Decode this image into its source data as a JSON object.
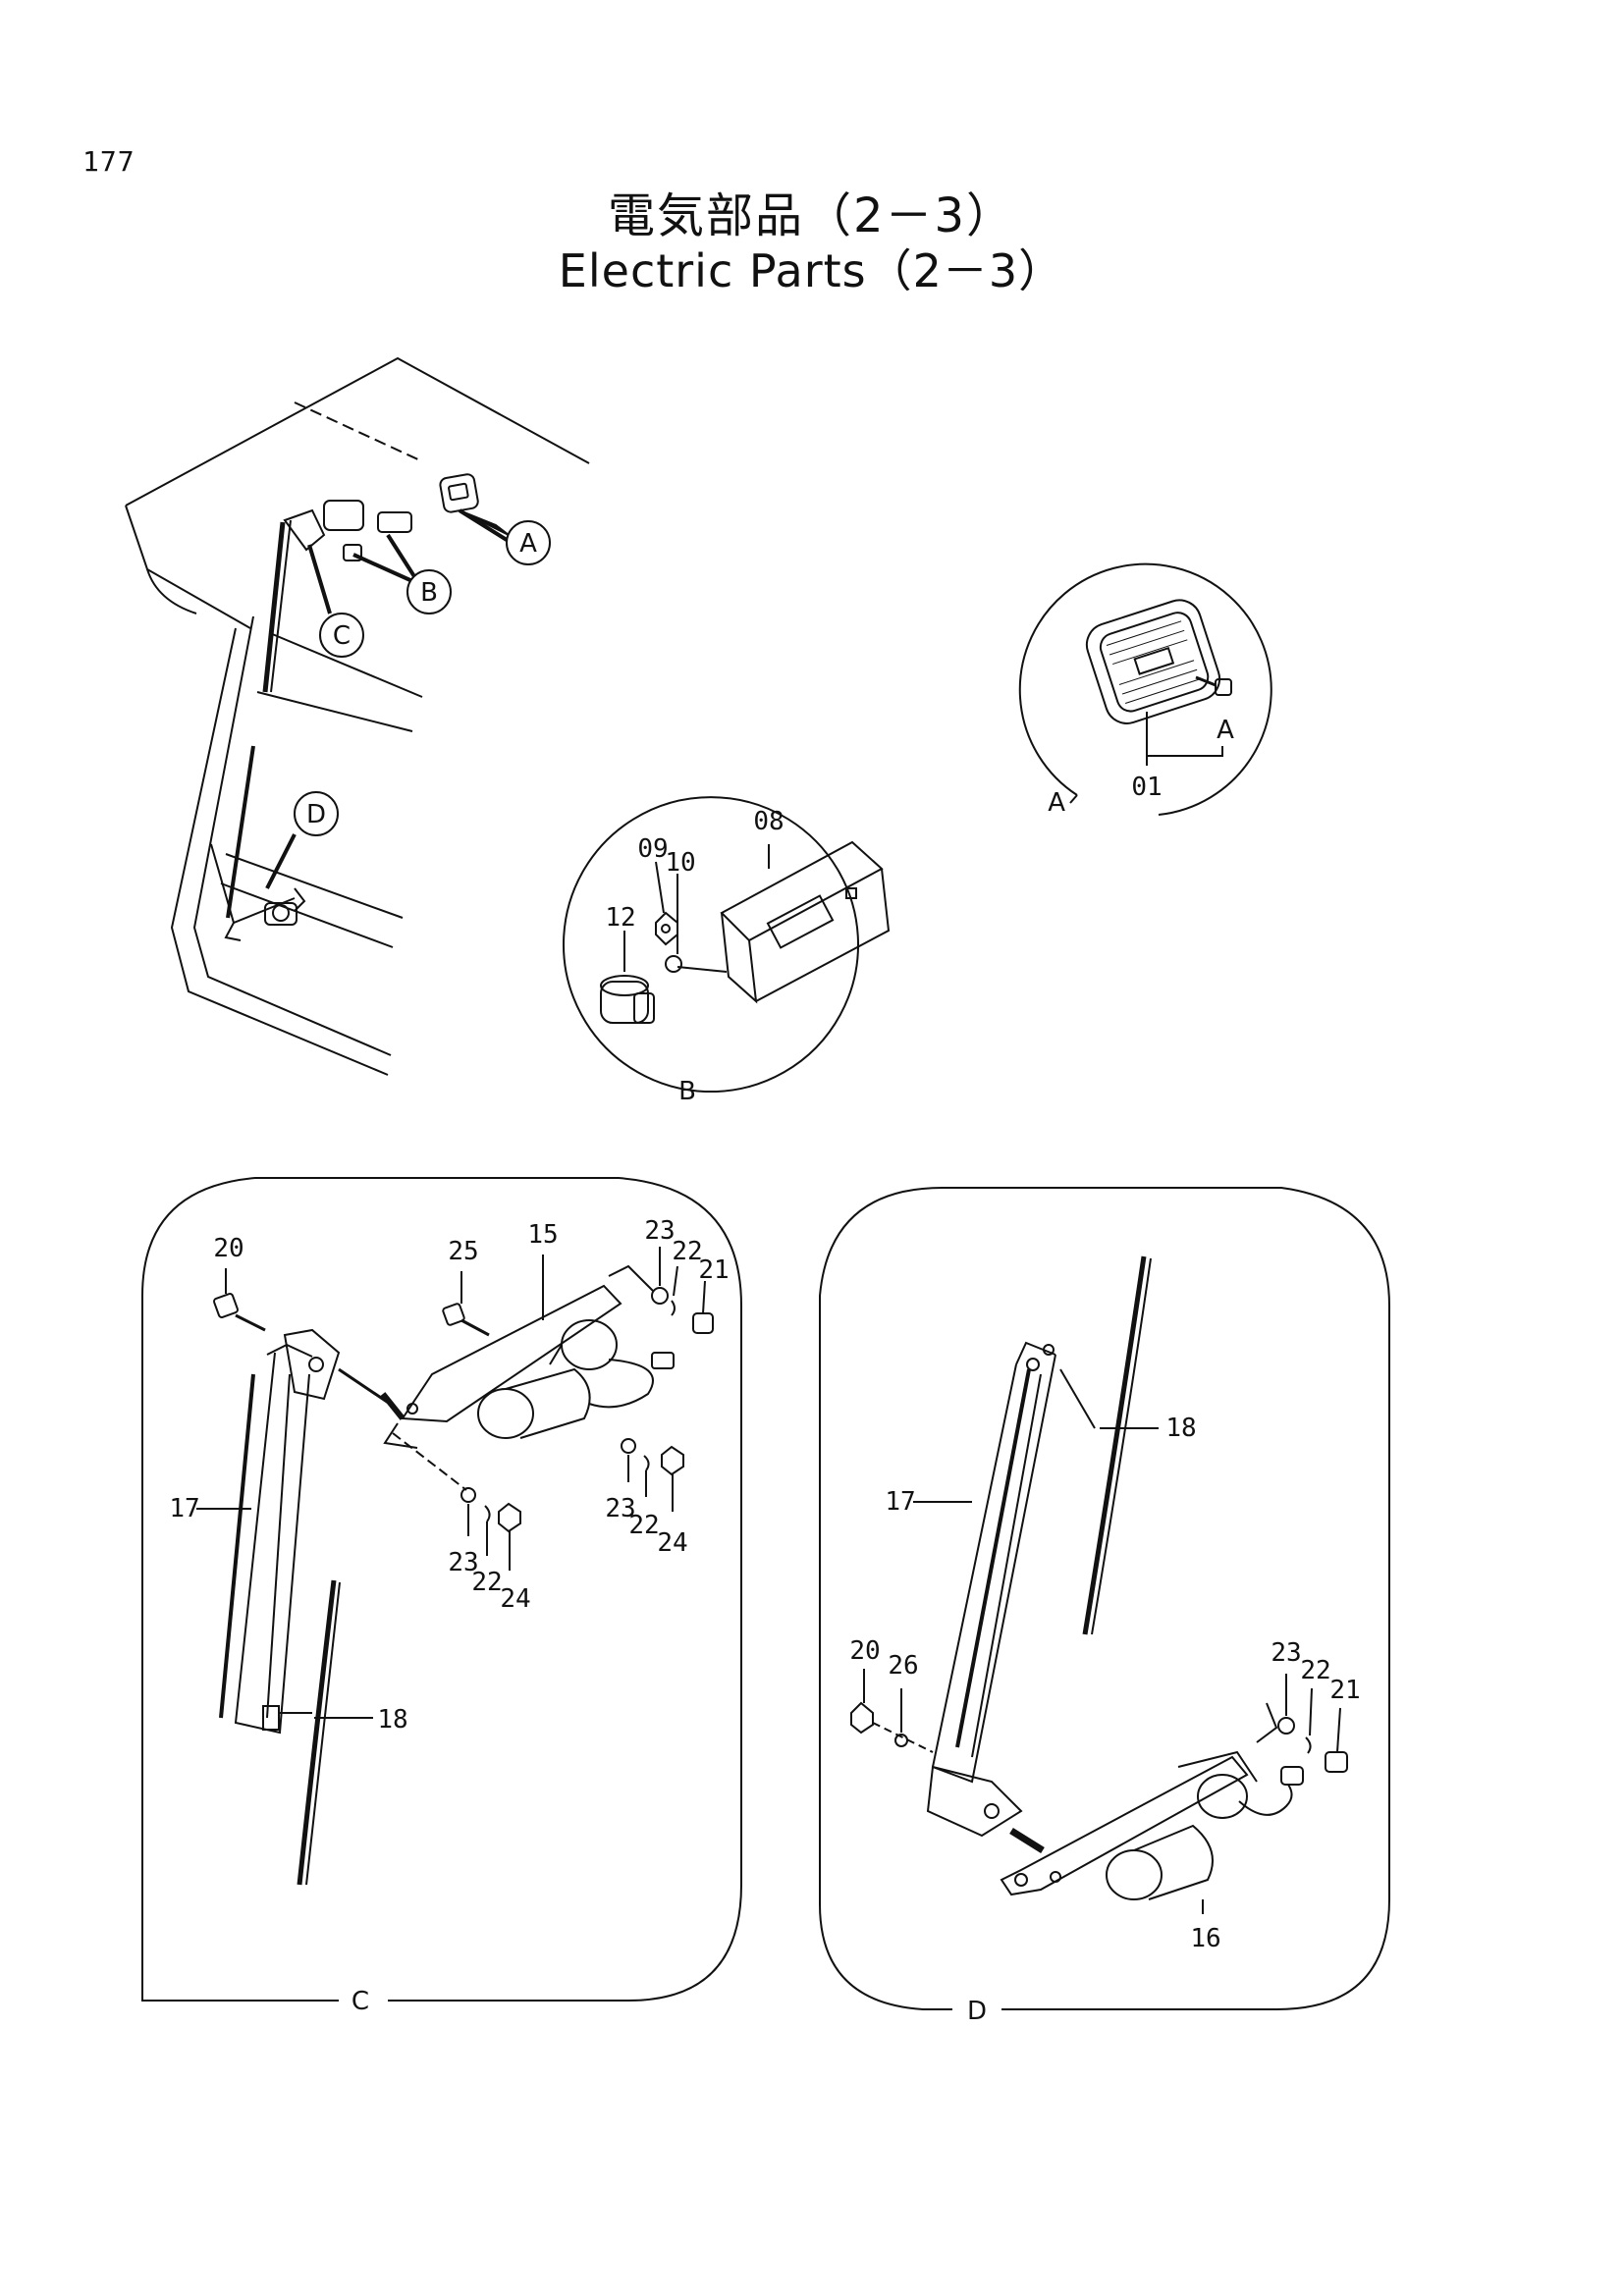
{
  "page": {
    "number": "177"
  },
  "title": {
    "japanese": "電気部品（2－3）",
    "english": "Electric Parts（2－3）"
  },
  "callouts": [
    "A",
    "B",
    "C",
    "D"
  ],
  "panels": {
    "A": {
      "label": "A",
      "parts": {
        "p01": "01",
        "pA": "A"
      }
    },
    "B": {
      "label": "B",
      "parts": {
        "p08": "08",
        "p09": "09",
        "p10": "10",
        "p12": "12"
      }
    },
    "C": {
      "label": "C",
      "parts": {
        "p15": "15",
        "p17": "17",
        "p18": "18",
        "p20": "20",
        "p25": "25",
        "p21": "21",
        "p22a": "22",
        "p23a": "23",
        "p22b": "22",
        "p23b": "23",
        "p24b": "24",
        "p22c": "22",
        "p23c": "23",
        "p24c": "24"
      }
    },
    "D": {
      "label": "D",
      "parts": {
        "p16": "16",
        "p17": "17",
        "p18": "18",
        "p20": "20",
        "p21": "21",
        "p22": "22",
        "p23": "23",
        "p26": "26"
      }
    }
  }
}
